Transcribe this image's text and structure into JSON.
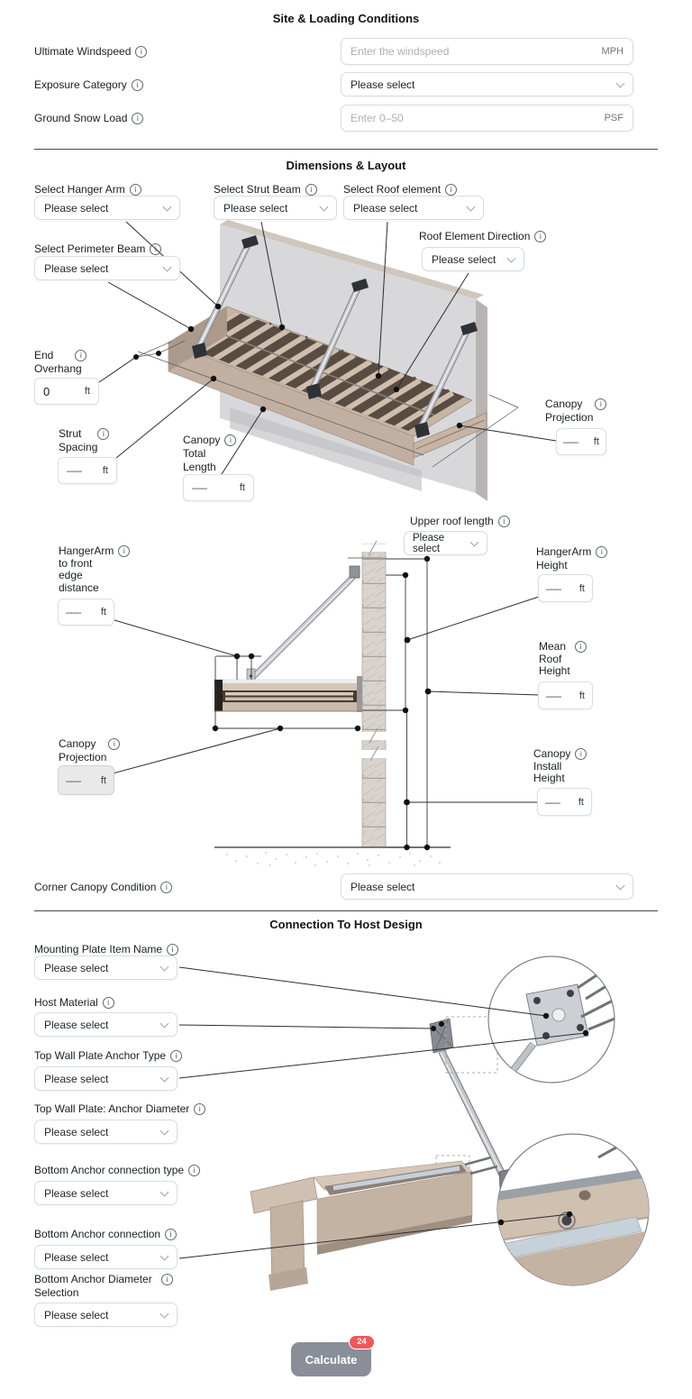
{
  "icons": {
    "info": "i"
  },
  "site": {
    "title": "Site & Loading Conditions",
    "windspeed": {
      "label": "Ultimate Windspeed",
      "placeholder": "Enter the windspeed",
      "unit": "MPH"
    },
    "exposure": {
      "label": "Exposure Category",
      "value": "Please select"
    },
    "snow": {
      "label": "Ground Snow Load",
      "placeholder": "Enter 0–50",
      "unit": "PSF"
    }
  },
  "dims": {
    "title": "Dimensions & Layout",
    "hanger_arm": {
      "label": "Select Hanger Arm",
      "value": "Please select"
    },
    "strut_beam": {
      "label": "Select Strut Beam",
      "value": "Please select"
    },
    "roof_element": {
      "label": "Select Roof element",
      "value": "Please select"
    },
    "roof_direction": {
      "label": "Roof Element Direction",
      "value": "Please select"
    },
    "perimeter_beam": {
      "label": "Select Perimeter Beam",
      "value": "Please select"
    },
    "end_overhang": {
      "lines": [
        "End",
        "Overhang"
      ],
      "value": "0",
      "unit": "ft"
    },
    "strut_spacing": {
      "lines": [
        "Strut",
        "Spacing"
      ],
      "value": "–––",
      "unit": "ft"
    },
    "canopy_total_length": {
      "lines": [
        "Canopy",
        "Total",
        "Length"
      ],
      "value": "–––",
      "unit": "ft"
    },
    "canopy_projection": {
      "lines": [
        "Canopy",
        "Projection"
      ],
      "value": "–––",
      "unit": "ft"
    },
    "upper_roof_length": {
      "label": "Upper roof length",
      "value": "Please select"
    },
    "hangerarm_front": {
      "lines": [
        "HangerArm",
        "to front",
        "edge",
        "distance"
      ],
      "value": "–––",
      "unit": "ft"
    },
    "hangerarm_height": {
      "lines": [
        "HangerArm",
        "Height"
      ],
      "value": "–––",
      "unit": "ft"
    },
    "mean_roof_height": {
      "lines": [
        "Mean",
        "Roof",
        "Height"
      ],
      "value": "–––",
      "unit": "ft"
    },
    "canopy_projection_side": {
      "lines": [
        "Canopy",
        "Projection"
      ],
      "value": "–––",
      "unit": "ft"
    },
    "canopy_install_height": {
      "lines": [
        "Canopy",
        "Install",
        "Height"
      ],
      "value": "–––",
      "unit": "ft"
    },
    "corner_canopy": {
      "label": "Corner Canopy Condition",
      "value": "Please select"
    }
  },
  "conn": {
    "title": "Connection To Host Design",
    "mounting_plate": {
      "label": "Mounting Plate Item Name",
      "value": "Please select"
    },
    "host_material": {
      "label": "Host Material",
      "value": "Please select"
    },
    "top_anchor_type": {
      "label": "Top Wall Plate Anchor Type",
      "value": "Please select"
    },
    "top_anchor_diameter": {
      "label": "Top Wall Plate: Anchor Diameter",
      "value": "Please select"
    },
    "bottom_anchor_type": {
      "label": "Bottom Anchor connection type",
      "value": "Please select"
    },
    "bottom_anchor_conn": {
      "label": "Bottom Anchor connection",
      "value": "Please select"
    },
    "bottom_anchor_diameter": {
      "lines": [
        "Bottom Anchor Diameter",
        "Selection"
      ],
      "value": "Please select"
    }
  },
  "footer": {
    "calculate": "Calculate",
    "badge": "24"
  },
  "colors": {
    "button": "#8a8e99",
    "badge": "#f2565c",
    "divider": "#46484c"
  }
}
